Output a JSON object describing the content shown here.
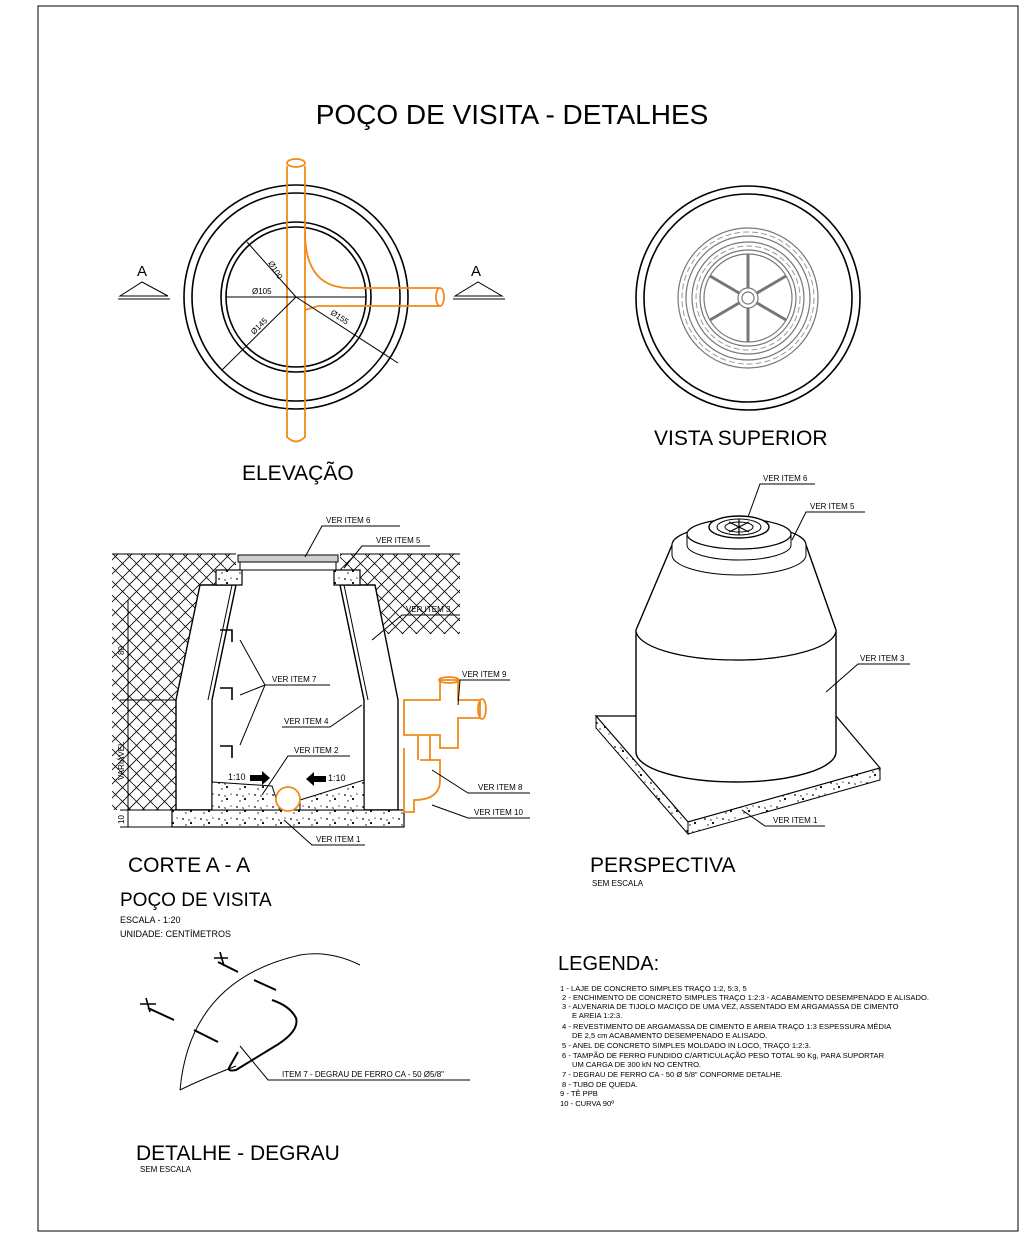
{
  "title": "POÇO DE VISITA - DETALHES",
  "views": {
    "elevacao": "ELEVAÇÃO",
    "vista_superior": "VISTA SUPERIOR",
    "corte": "CORTE A - A",
    "perspectiva": "PERSPECTIVA",
    "perspectiva_escala": "SEM ESCALA",
    "detalhe_degrau": "DETALHE - DEGRAU",
    "detalhe_escala": "SEM ESCALA"
  },
  "section_mark": "A",
  "dimensions": {
    "d100": "Ø100",
    "d105": "Ø105",
    "d145": "Ø145",
    "d155": "Ø155",
    "dim80": "80",
    "dimvar": "VARIÁVEL",
    "dim10": "10",
    "slope_left": "1:10",
    "slope_right": "1:10"
  },
  "callouts": {
    "item1": "VER ITEM 1",
    "item2": "VER ITEM 2",
    "item3": "VER ITEM 3",
    "item4": "VER ITEM 4",
    "item5": "VER ITEM 5",
    "item6": "VER ITEM 6",
    "item7": "VER ITEM 7",
    "item8": "VER ITEM 8",
    "item9": "VER ITEM 9",
    "item10": "VER ITEM 10",
    "degrau": "ITEM 7 - DEGRAU DE FERRO CA - 50 Ø5/8\""
  },
  "info": {
    "heading": "POÇO DE VISITA",
    "escala": "ESCALA - 1:20",
    "unidade": "UNIDADE: CENTÍMETROS"
  },
  "legend": {
    "heading": "LEGENDA:",
    "lines": [
      "1 - LAJE DE CONCRETO SIMPLES TRAÇO 1:2, 5:3, 5",
      "2 - ENCHIMENTO DE CONCRETO SIMPLES TRAÇO 1:2:3 - ACABAMENTO DESEMPENADO E ALISADO.",
      "3 - ALVENARIA DE TIJOLO MACIÇO DE UMA VEZ, ASSENTADO EM ARGAMASSA DE CIMENTO",
      "E AREIA 1:2:3.",
      "4 - REVESTIMENTO DE ARGAMASSA DE CIMENTO E AREIA TRAÇO 1:3 ESPESSURA MÉDIA",
      "DE 2,5 cm ACABAMENTO DESEMPENADO E ALISADO.",
      "5 - ANEL DE CONCRETO SIMPLES MOLDADO IN LOCO, TRAÇO 1:2:3.",
      "6 - TAMPÃO DE FERRO FUNDIDO C/ARTICULAÇÃO PESO TOTAL 90 Kg, PARA SUPORTAR",
      "UM CARGA DE 300 kN NO CENTRO.",
      "7 - DEGRAU DE FERRO CA - 50 Ø 5/8\" CONFORME DETALHE.",
      "8 - TUBO DE QUEDA.",
      "9 - TÊ PPB",
      "10 - CURVA 90º"
    ]
  },
  "colors": {
    "pipe": "#f08a1c",
    "line": "#000000",
    "cover": "#777777"
  }
}
